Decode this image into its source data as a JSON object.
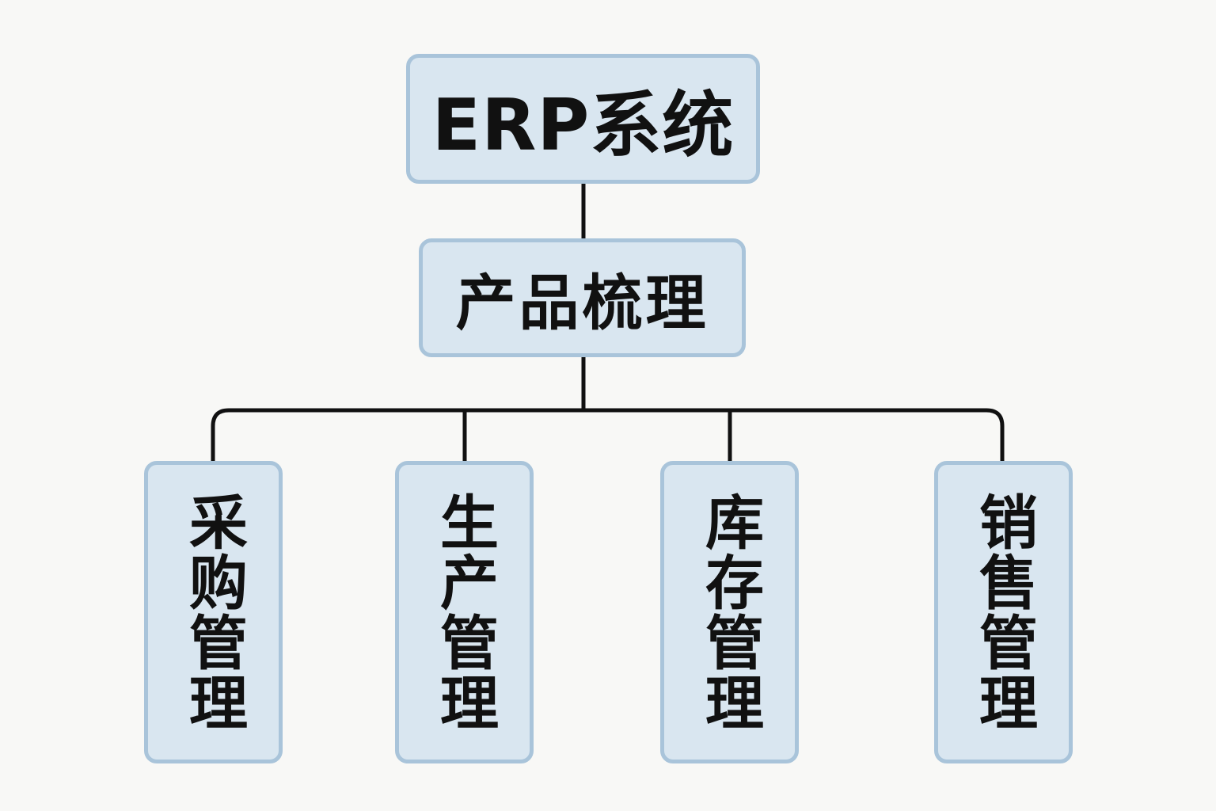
{
  "root": {
    "label": "ERP系统"
  },
  "mid": {
    "label": "产品梳理"
  },
  "leaves": [
    {
      "label": "采购管理"
    },
    {
      "label": "生产管理"
    },
    {
      "label": "库存管理"
    },
    {
      "label": "销售管理"
    }
  ],
  "colors": {
    "background": "#f8f8f6",
    "node_fill": "#d9e6f0",
    "node_border": "#a9c4da",
    "connector": "#111111",
    "text": "#111111"
  }
}
